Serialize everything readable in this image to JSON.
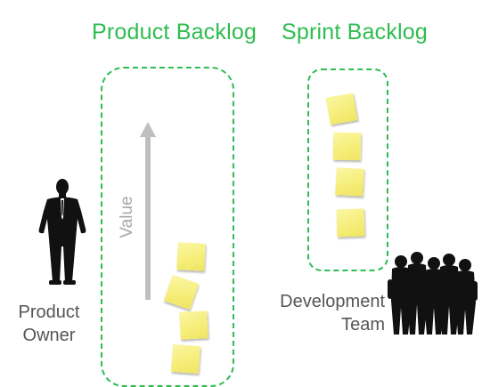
{
  "headings": {
    "product_backlog": "Product Backlog",
    "sprint_backlog": "Sprint Backlog"
  },
  "value_axis": {
    "label": "Value"
  },
  "roles": {
    "product_owner": [
      "Product",
      "Owner"
    ],
    "development_team": [
      "Development",
      "Team"
    ]
  },
  "colors": {
    "accent_green": "#2ebd4f",
    "sticky_note_yellow": "#f6ee7a",
    "arrow_gray": "#bfbfbf",
    "caption_gray": "#555555",
    "silhouette": "#111111"
  },
  "icons": {
    "product_owner": "person-silhouette-icon",
    "development_team": "team-silhouette-icon",
    "sticky_note": "sticky-note-icon",
    "value_arrow": "arrow-up-icon"
  }
}
